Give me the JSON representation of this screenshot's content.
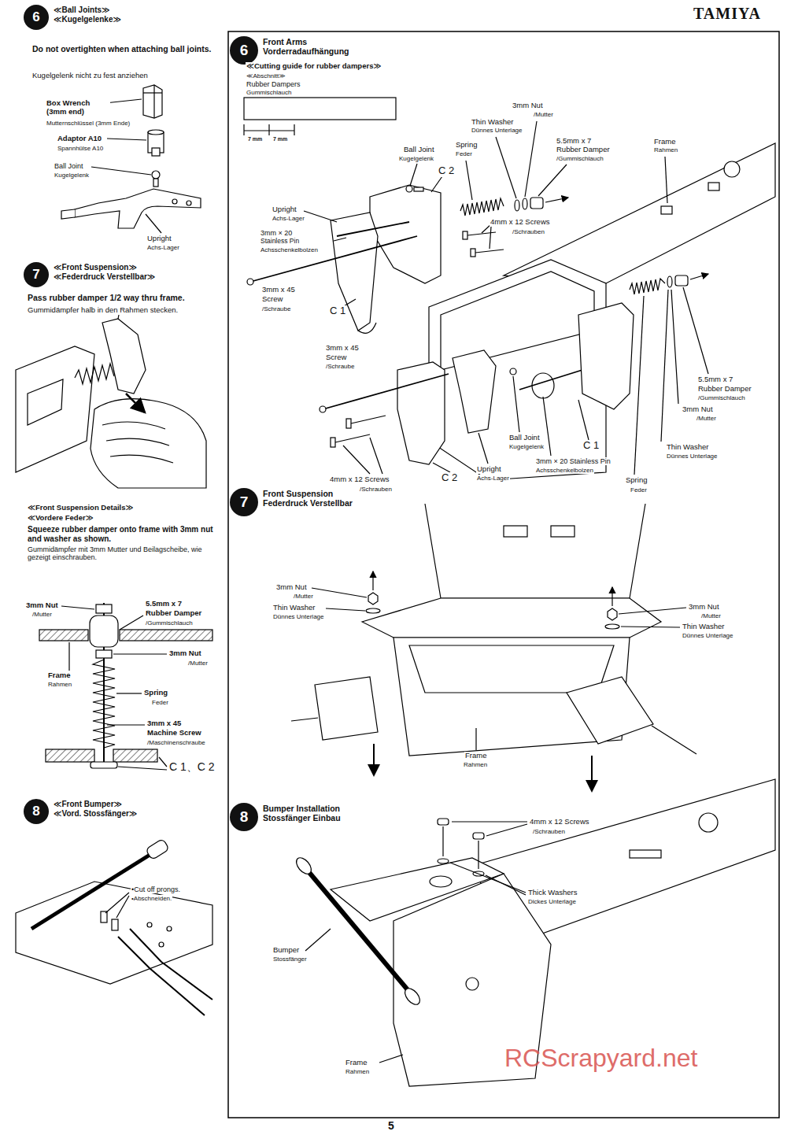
{
  "diagram": {
    "nodes": [
      {
        "text": [
          "6",
          "≪Ball Joints≫ ≪Kugelgelenke≫"
        ]
      },
      {
        "text": [
          "6",
          "Front Arms Vorderradaufhängung"
        ]
      },
      {
        "text": [
          "7",
          "≪Front Suspension≫ ≪Federdruck Verstellbar≫"
        ]
      },
      {
        "text": [
          "7",
          "Front Suspension Federdruck Verstellbar"
        ]
      },
      {
        "text": [
          "8",
          "≪Front Bumper≫ ≪Vord. Stossfänger≫"
        ]
      },
      {
        "text": [
          "8",
          "Bumper Installation Stossfänger Einbau"
        ]
      }
    ],
    "labels": [
      "TAMIYA",
      "Do not overtighten when attaching ball joints.",
      "Kugelgelenk nicht zu fest anziehen",
      "Box Wrench (3mm end)",
      "Mutternschlüssel (3mm Ende)",
      "Adaptor A10",
      "Spannhülse A10",
      "Ball Joint",
      "Kugelgelenk",
      "Upright",
      "Achs-Lager",
      "Pass rubber damper 1/2 way thru frame.",
      "Gummidämpfer halb in den Rahmen stecken.",
      "≪Front Suspension Details≫",
      "≪Vordere Feder≫",
      "Squeeze rubber damper onto frame with 3mm nut and washer as shown.",
      "Gummidämpfer mit 3mm Mutter und Beilagscheibe, wie gezeigt einschrauben.",
      "3mm Nut",
      "/Mutter",
      "5.5mm x 7",
      "Rubber Damper",
      "/Gummischlauch",
      "3mm Nut",
      "/Mutter",
      "Frame",
      "Rahmen",
      "Spring",
      "Feder",
      "3mm x 45",
      "Machine Screw",
      "/Maschinenschraube",
      "C 1、C 2",
      "•Cut off prongs.",
      "•Abschneiden.",
      "≪Cutting guide for rubber dampers≫",
      "≪Abschnitt≫",
      "Rubber Dampers",
      "Gummischlauch",
      "7 mm",
      "7 mm",
      "3mm Nut",
      "/Mutter",
      "Thin Washer",
      "Dünnes Unterlage",
      "5.5mm x 7",
      "Rubber Damper",
      "/Gummischlauch",
      "Frame",
      "Rahmen",
      "Spring",
      "Feder",
      "Ball Joint",
      "Kugelgelenk",
      "C 2",
      "Upright",
      "Achs-Lager",
      "3mm × 20",
      "Stainless Pin",
      "Achsschenkelbolzen",
      "4mm x 12 Screws",
      "/Schrauben",
      "3mm x 45",
      "Screw",
      "/Schraube",
      "C 1",
      "3mm x 45",
      "Screw",
      "/Schraube",
      "5.5mm x 7",
      "Rubber Damper",
      "/Gummischlauch",
      "3mm Nut",
      "/Mutter",
      "Thin Washer",
      "Dünnes Unterlage",
      "Ball Joint",
      "Kugelgelenk",
      "C 1",
      "3mm × 20 Stainless Pin",
      "Achsschenkelbolzen",
      "Upright",
      "Achs-Lager",
      "C 2",
      "4mm x 12 Screws",
      "/Schrauben",
      "Spring",
      "Feder",
      "3mm Nut",
      "/Mutter",
      "Thin Washer",
      "Dünnes Unterlage",
      "3mm Nut",
      "/Mutter",
      "Thin Washer",
      "Dünnes Unterlage",
      "Frame",
      "Rahmen",
      "4mm x 12 Screws",
      "/Schrauben",
      "Thick Washers",
      "Dickes Unterlage",
      "Bumper",
      "Stossfänger",
      "Frame",
      "Rahmen",
      "RCScrapyard.net",
      "5"
    ]
  }
}
